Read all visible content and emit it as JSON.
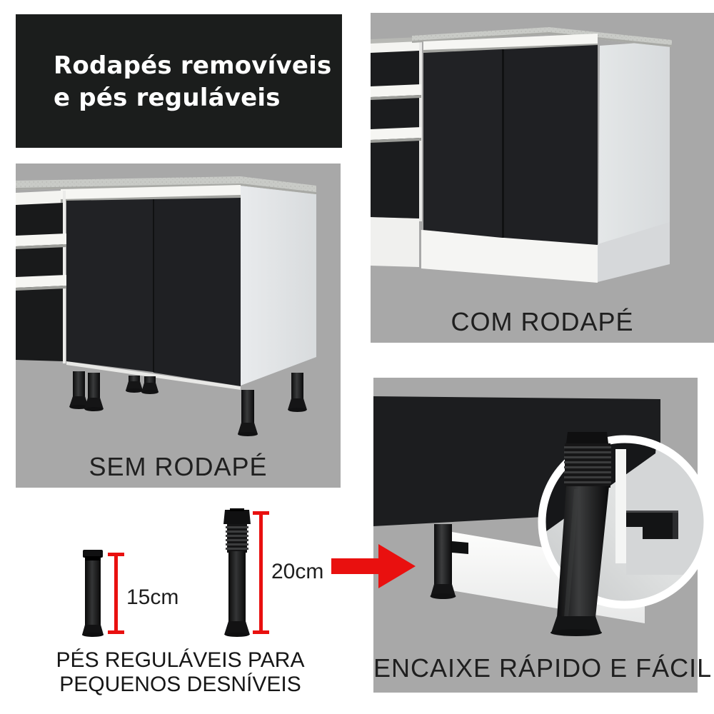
{
  "title": {
    "line1": "Rodapés removíveis",
    "line2": "e pés reguláveis"
  },
  "panels": {
    "sem_rodape": {
      "caption": "SEM RODAPÉ"
    },
    "com_rodape": {
      "caption": "COM RODAPÉ"
    },
    "encaixe": {
      "caption": "ENCAIXE RÁPIDO E FÁCIL"
    }
  },
  "feet": {
    "short": {
      "label": "15cm"
    },
    "tall": {
      "label": "20cm"
    },
    "caption_line1": "PÉS REGULÁVEIS PARA",
    "caption_line2": "PEQUENOS DESNÍVEIS"
  },
  "icons": {
    "right_arrow": "right-arrow-icon (red css/svg triangle arrow)",
    "magnifier": "magnifier-circle (white ring zoom callout)",
    "measurement": "measurement-line (red vertical line with end caps)"
  },
  "colors": {
    "panel_gray": "#a8a8a8",
    "title_bg": "#1b1d1c",
    "accent_red": "#e9100f",
    "text_dark": "#1f1f1f",
    "text_light": "#ffffff",
    "cabinet_black": "#1f2023",
    "cabinet_white": "#f5f5f3",
    "countertop_gray": "#c9cbc7"
  }
}
